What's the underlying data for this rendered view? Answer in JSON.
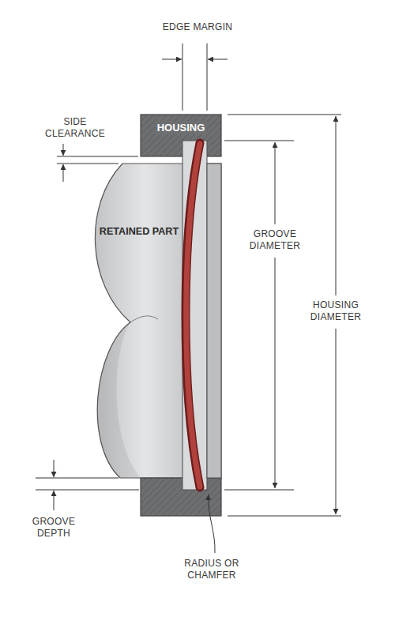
{
  "diagram": {
    "nodes": [
      {
        "text": [
          "HOUSING"
        ]
      },
      {
        "text": [
          "RETAINED PART"
        ]
      }
    ],
    "labels": [
      "EDGE MARGIN",
      "SIDE CLEARANCE",
      "GROOVE DIAMETER",
      "HOUSING DIAMETER",
      "GROOVE DEPTH",
      "RADIUS OR CHAMFER"
    ]
  }
}
